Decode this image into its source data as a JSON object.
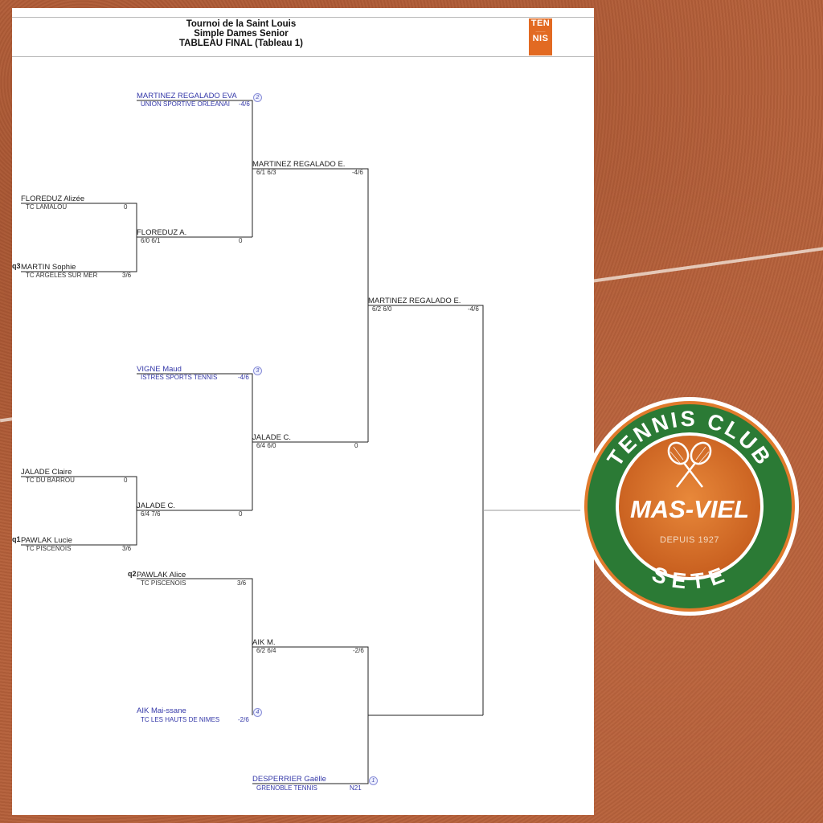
{
  "document": {
    "title_lines": [
      "Tournoi de la Saint Louis",
      "Simple Dames Senior",
      "TABLEAU FINAL (Tableau 1)"
    ],
    "logo": {
      "lines": [
        "TEN",
        "NIS"
      ]
    }
  },
  "players": {
    "martinez": {
      "name": "MARTINEZ REGALADO EVA",
      "club": "UNION SPORTIVE ORLEANAI",
      "value": "-4/6",
      "seed": "2"
    },
    "floreduz": {
      "name": "FLOREDUZ Alizée",
      "club": "TC LAMALOU",
      "value": "0"
    },
    "martin": {
      "name": "MARTIN Sophie",
      "club": "TC ARGELES SUR MER",
      "value": "3/6",
      "qualifier": "q3"
    },
    "vigne": {
      "name": "VIGNE Maud",
      "club": "ISTRES SPORTS TENNIS",
      "value": "-4/6",
      "seed": "3"
    },
    "jalade": {
      "name": "JALADE Claire",
      "club": "TC DU BARROU",
      "value": "0"
    },
    "pawlak_lucie": {
      "name": "PAWLAK Lucie",
      "club": "TC PISCENOIS",
      "value": "3/6",
      "qualifier": "q1"
    },
    "pawlak_alice": {
      "name": "PAWLAK Alice",
      "club": "TC PISCENOIS",
      "value": "3/6",
      "qualifier": "q2"
    },
    "aik": {
      "name": "AIK Mai-ssane",
      "club": "TC LES HAUTS DE NIMES",
      "value": "-2/6",
      "seed": "4"
    },
    "desperrier": {
      "name": "DESPERRIER Gaëlle",
      "club": "GRENOBLE TENNIS",
      "value": "N21",
      "seed": "1"
    }
  },
  "results": {
    "r1_floreduz": {
      "name": "FLOREDUZ A.",
      "score": "6/0 6/1",
      "value": "0"
    },
    "r1_jalade": {
      "name": "JALADE C.",
      "score": "6/4 7/6",
      "value": "0"
    },
    "r2_martinez": {
      "name": "MARTINEZ REGALADO E.",
      "score": "6/1 6/3",
      "value": "-4/6"
    },
    "r2_jalade": {
      "name": "JALADE C.",
      "score": "6/4 6/0",
      "value": "0"
    },
    "r2_aik": {
      "name": "AIK M.",
      "score": "6/2 6/4",
      "value": "-2/6"
    },
    "r3_martinez": {
      "name": "MARTINEZ REGALADO E.",
      "score": "6/2 6/0",
      "value": "-4/6"
    }
  },
  "badge": {
    "top_text": "TENNIS CLUB",
    "brand": "MAS-VIEL",
    "since": "DEPUIS 1927",
    "bottom_text": "SETE",
    "colors": {
      "ring": "#2b7a35",
      "center": "#d9702a",
      "text": "#ffffff"
    }
  }
}
